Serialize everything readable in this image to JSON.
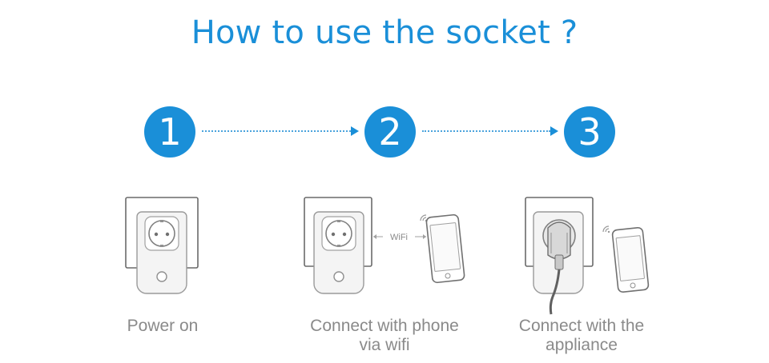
{
  "title": "How to use the socket ?",
  "steps": [
    {
      "number": "1",
      "label_line1": "Power on",
      "label_line2": ""
    },
    {
      "number": "2",
      "label_line1": "Connect with phone",
      "label_line2": "via wifi"
    },
    {
      "number": "3",
      "label_line1": "Connect with the",
      "label_line2": "appliance"
    }
  ],
  "wifi_label": "WiFi",
  "colors": {
    "accent": "#1a8fd8",
    "text_gray": "#8a8a8a",
    "line_gray": "#b0b0b0"
  }
}
